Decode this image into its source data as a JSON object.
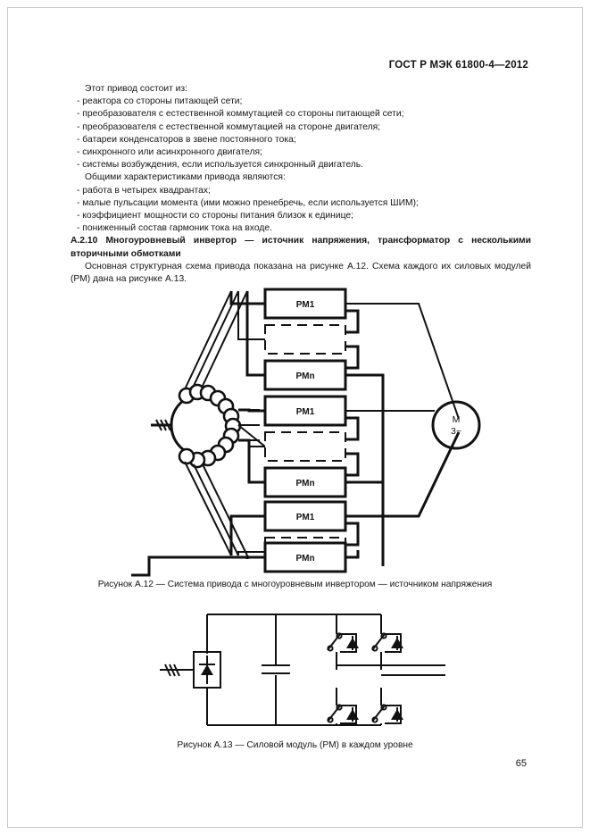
{
  "document": {
    "standard_header": "ГОСТ Р МЭК  61800-4—2012",
    "page_number": "65"
  },
  "body": {
    "intro": "Этот привод состоит из:",
    "list1": [
      "- реактора со стороны питающей сети;",
      "- преобразователя с естественной коммутацией со стороны питающей сети;",
      "- преобразователя с естественной коммутацией на стороне двигателя;",
      "- батареи конденсаторов в звене постоянного тока;",
      "- синхронного или асинхронного двигателя;",
      "- системы возбуждения, если используется синхронный двигатель."
    ],
    "intro2": "Общими характеристиками привода являются:",
    "list2": [
      "- работа в четырех квадрантах;",
      "- малые пульсации момента (ими можно пренебречь, если используется ШИМ);",
      "- коэффициент мощности со стороны питания близок к единице;",
      "- пониженный состав гармоник тока на входе."
    ],
    "heading": "А.2.10 Многоуровневый инвертор — источник напряжения, трансформатор с несколькими вторичными обмотками",
    "paragraph": "Основная структурная схема привода показана на рисунке А.12. Схема каждого их силовых модулей (РМ) дана на рисунке А.13."
  },
  "figures": {
    "fig12": {
      "caption": "Рисунок А.12 — Система привода с многоуровневым инвертором — источником напряжения",
      "block_labels": [
        "PM1",
        "",
        "PMn",
        "PM1",
        "",
        "PMn",
        "PM1",
        "",
        "PMn"
      ],
      "motor_line1": "M",
      "motor_line2": "3~"
    },
    "fig13": {
      "caption": "Рисунок А.13 — Силовой модуль (РМ) в каждом уровне"
    }
  }
}
